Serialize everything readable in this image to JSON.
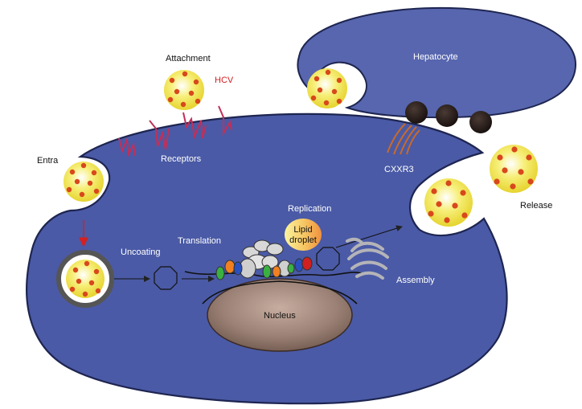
{
  "labels": {
    "attachment": "Attachment",
    "hcv": "HCV",
    "hepatocyte": "Hepatocyte",
    "entra": "Entra",
    "receptors": "Receptors",
    "cxxr3": "CXXR3",
    "release": "Release",
    "replication": "Replication",
    "lipid_droplet_line1": "Lipid",
    "lipid_droplet_line2": "droplet",
    "uncoating": "Uncoating",
    "translation": "Translation",
    "assembly": "Assembly",
    "nucleus": "Nucleus"
  },
  "colors": {
    "cell_fill": "#4a5aa6",
    "cell_stroke": "#1e2550",
    "hepatocyte_fill": "#5564ad",
    "nucleus_fill": "#9c8276",
    "virus_core": "#f4e85a",
    "virus_dots": "#d8481c",
    "receptor": "#c0305a",
    "hcv_label": "#d42020",
    "cxxr3_receptor": "#c86a2a",
    "golgi": "#b4b4b8",
    "arrow_red": "#d42020"
  },
  "icons": {
    "virus": "hcv-virion-icon",
    "receptor": "receptor-icon",
    "endosome": "endosome-icon",
    "capsid": "octagon-capsid-icon",
    "ribosome": "ribosome-icon",
    "golgi": "golgi-apparatus-icon",
    "chemokine": "chemokine-ball-icon"
  }
}
